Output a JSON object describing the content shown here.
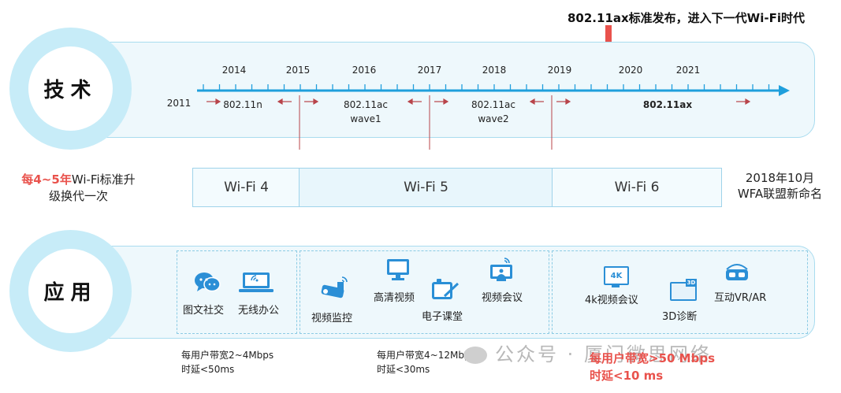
{
  "headline": "802.11ax标准发布，进入下一代Wi-Fi时代",
  "tech_label": "技术",
  "app_label": "应用",
  "timeline": {
    "start_year": "2011",
    "years": [
      "2014",
      "2015",
      "2016",
      "2017",
      "2018",
      "2019",
      "2020",
      "2021"
    ],
    "standards": {
      "n": "802.11n",
      "ac_w1_name": "802.11ac",
      "ac_w1_sub": "wave1",
      "ac_w2_name": "802.11ac",
      "ac_w2_sub": "wave2",
      "ax": "802.11ax"
    }
  },
  "cadence_note": {
    "highlight": "每4~5年",
    "line1_rest": "Wi-Fi标准升",
    "line2": "级换代一次"
  },
  "generations": [
    "Wi-Fi 4",
    "Wi-Fi 5",
    "Wi-Fi 6"
  ],
  "naming_note": {
    "line1": "2018年10月",
    "line2": "WFA联盟新命名"
  },
  "apps": {
    "wifi4": [
      "图文社交",
      "无线办公"
    ],
    "wifi5": [
      "视频监控",
      "高清视频",
      "电子课堂",
      "视频会议"
    ],
    "wifi6": [
      "4k视频会议",
      "3D诊断",
      "互动VR/AR"
    ]
  },
  "icons": {
    "social": "chat-bubbles-icon",
    "office": "laptop-wifi-icon",
    "monitor": "security-camera-icon",
    "hdvideo": "monitor-icon",
    "classroom": "tablet-pen-icon",
    "conference": "video-conference-icon",
    "fourk": "4k-screen-icon",
    "fourk_text": "4K",
    "diag": "3d-diagnosis-icon",
    "diag_text": "3D",
    "vr": "vr-headset-icon"
  },
  "perf": {
    "wifi4_line1": "每用户带宽2~4Mbps",
    "wifi4_line2": "时延<50ms",
    "wifi5_line1": "每用户带宽4~12Mbps",
    "wifi5_line2": "时延<30ms",
    "wifi6_line1": "每用户带宽>50 Mbps",
    "wifi6_line2": "时延<10 ms"
  },
  "watermark": "公众号 · 厦门微思网络",
  "colors": {
    "accent_red": "#e9524c",
    "arrow_blue": "#1f9fdc",
    "band_bg": "#eef8fc",
    "circle_ring": "#c7ecf8"
  }
}
